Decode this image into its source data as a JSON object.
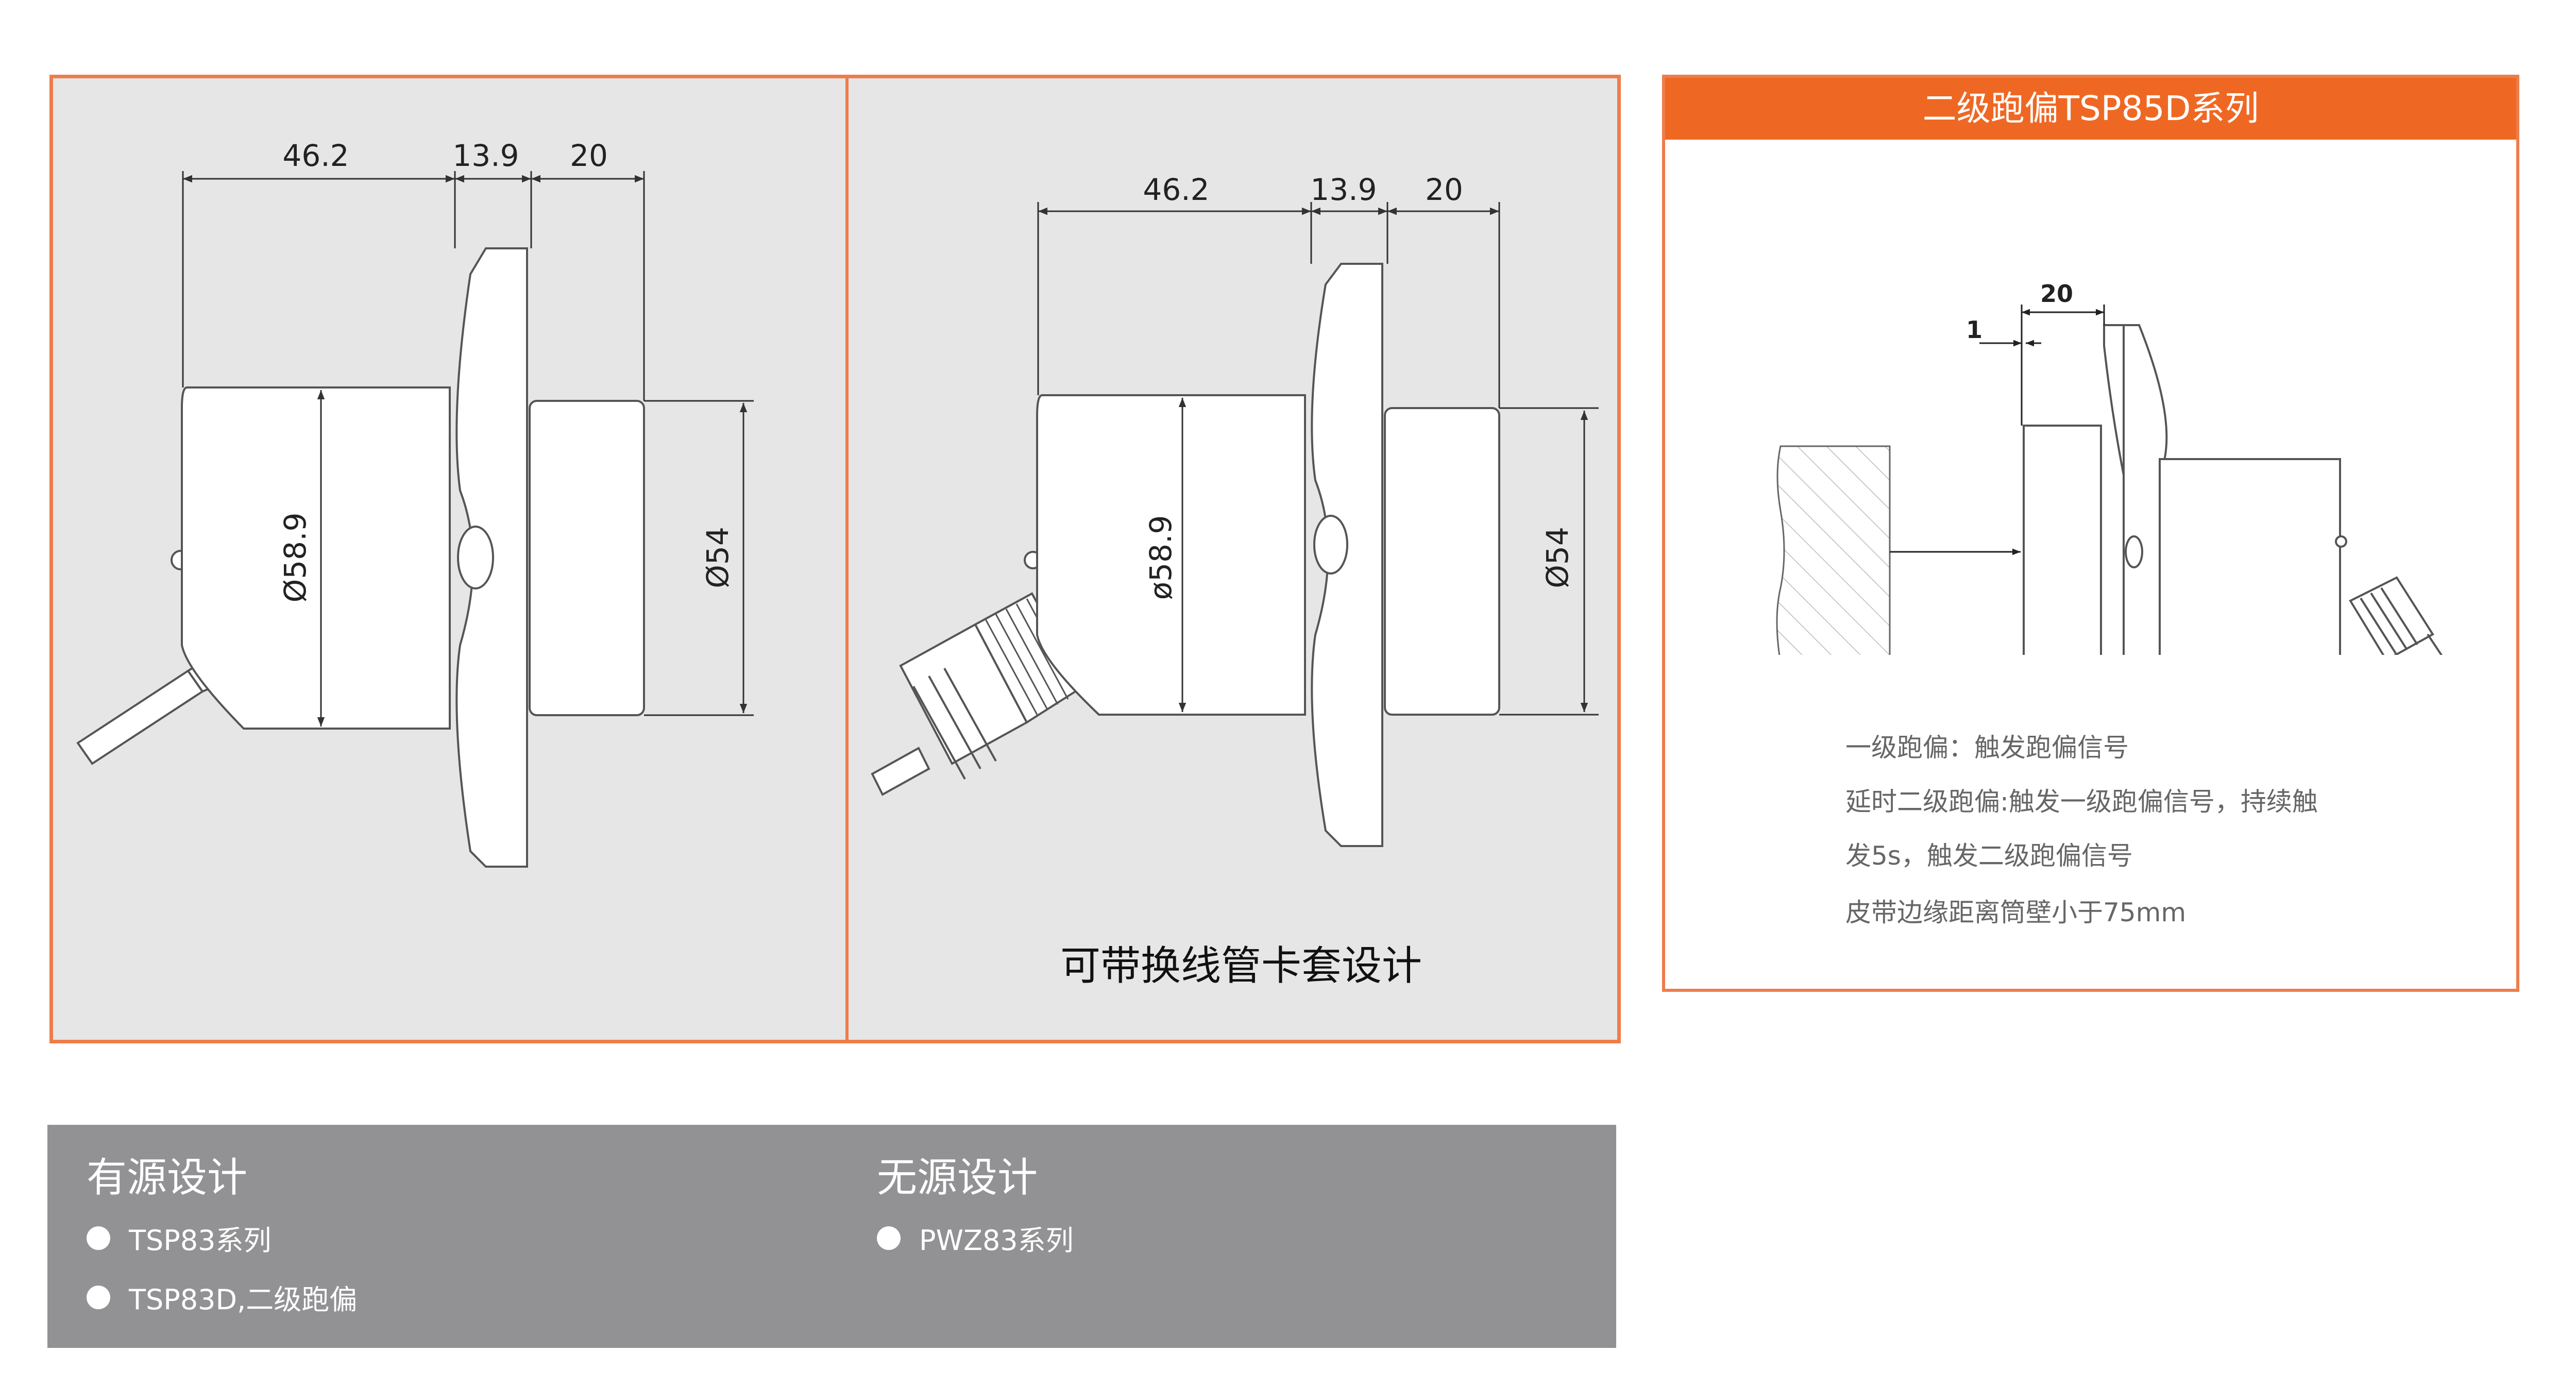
{
  "left_panel": {
    "diagram1": {
      "dims": {
        "d1": "46.2",
        "d2": "13.9",
        "d3": "20",
        "dia_body": "Ø58.9",
        "dia_front": "Ø54"
      }
    },
    "diagram2": {
      "dims": {
        "d1": "46.2",
        "d2": "13.9",
        "d3": "20",
        "dia_body": "ø58.9",
        "dia_front": "Ø54"
      },
      "caption": "可带换线管卡套设计"
    }
  },
  "right_panel": {
    "title": "二级跑偏TSP85D系列",
    "dims": {
      "width": "20",
      "gap": "1"
    },
    "notes": [
      "一级跑偏：触发跑偏信号",
      "延时二级跑偏:触发一级跑偏信号，持续触",
      "发5s，触发二级跑偏信号",
      "皮带边缘距离筒壁小于75mm"
    ]
  },
  "bottom_bar": {
    "active": {
      "title": "有源设计",
      "items": [
        "TSP83系列",
        "TSP83D,二级跑偏"
      ]
    },
    "passive": {
      "title": "无源设计",
      "items": [
        "PWZ83系列"
      ]
    }
  },
  "colors": {
    "accent": "#ef6823",
    "border": "#ee7d4a",
    "panel_bg": "#e6e6e7",
    "bar_bg": "#929294"
  }
}
